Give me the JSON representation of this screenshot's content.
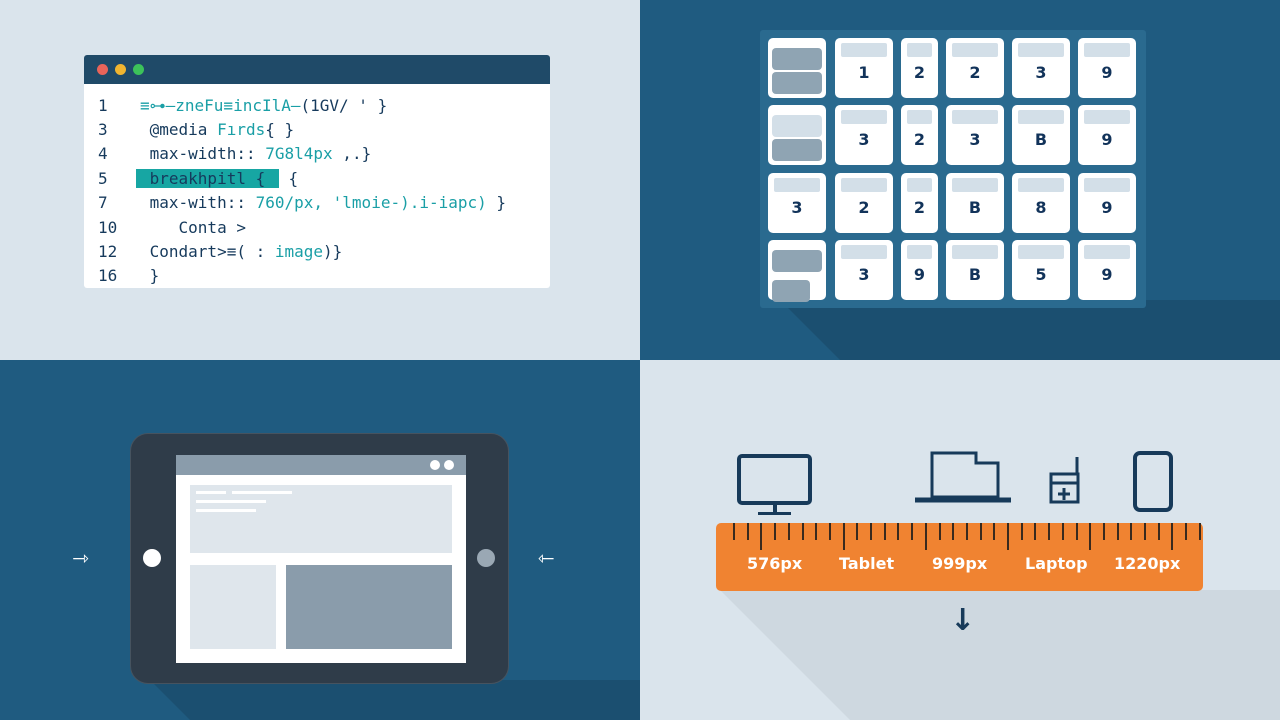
{
  "code_editor": {
    "window_dots": [
      "#e9645a",
      "#f0b530",
      "#3cc25a"
    ],
    "lines": [
      {
        "num": "1",
        "parts": [
          {
            "t": "≡⊶—zneFu≡incIlA—",
            "c": "teal"
          },
          {
            "t": "(1GV/ ' }",
            "c": ""
          }
        ]
      },
      {
        "num": "3",
        "parts": [
          {
            "t": " @media ",
            "c": ""
          },
          {
            "t": "Fırds",
            "c": "teal"
          },
          {
            "t": "{ }",
            "c": ""
          }
        ]
      },
      {
        "num": "4",
        "parts": [
          {
            "t": " max-width:: ",
            "c": ""
          },
          {
            "t": "7G8l4px",
            "c": "teal"
          },
          {
            "t": " ,.}",
            "c": ""
          }
        ]
      },
      {
        "num": "5",
        "parts": [
          {
            "t": " breakhpitl { ",
            "c": "hl"
          },
          {
            "t": " {",
            "c": ""
          }
        ]
      },
      {
        "num": "7",
        "parts": [
          {
            "t": " max-with:: ",
            "c": ""
          },
          {
            "t": "760/px, 'lmoie-).i-iapc)",
            "c": "teal"
          },
          {
            "t": " }",
            "c": ""
          }
        ]
      },
      {
        "num": "10",
        "parts": [
          {
            "t": "    Conta >",
            "c": ""
          }
        ]
      },
      {
        "num": "12",
        "parts": [
          {
            "t": " Condart>≡( : ",
            "c": ""
          },
          {
            "t": "image",
            "c": "teal"
          },
          {
            "t": ")}",
            "c": ""
          }
        ]
      },
      {
        "num": "16",
        "parts": [
          {
            "t": " }",
            "c": ""
          }
        ]
      }
    ]
  },
  "grid": {
    "rows": [
      [
        "",
        "1",
        "2",
        "2",
        "3",
        "9"
      ],
      [
        "",
        "3",
        "2",
        "3",
        "B",
        "9"
      ],
      [
        "3",
        "2",
        "2",
        "B",
        "8",
        "9"
      ],
      [
        "",
        "3",
        "9",
        "B",
        "5",
        "9"
      ]
    ]
  },
  "breakpoint_ruler": {
    "labels": [
      "576px",
      "Tablet",
      "999px",
      "Laptop",
      "1220px"
    ],
    "devices": [
      "desktop-monitor",
      "laptop",
      "small-device",
      "tablet"
    ],
    "accent": "#f08331"
  }
}
